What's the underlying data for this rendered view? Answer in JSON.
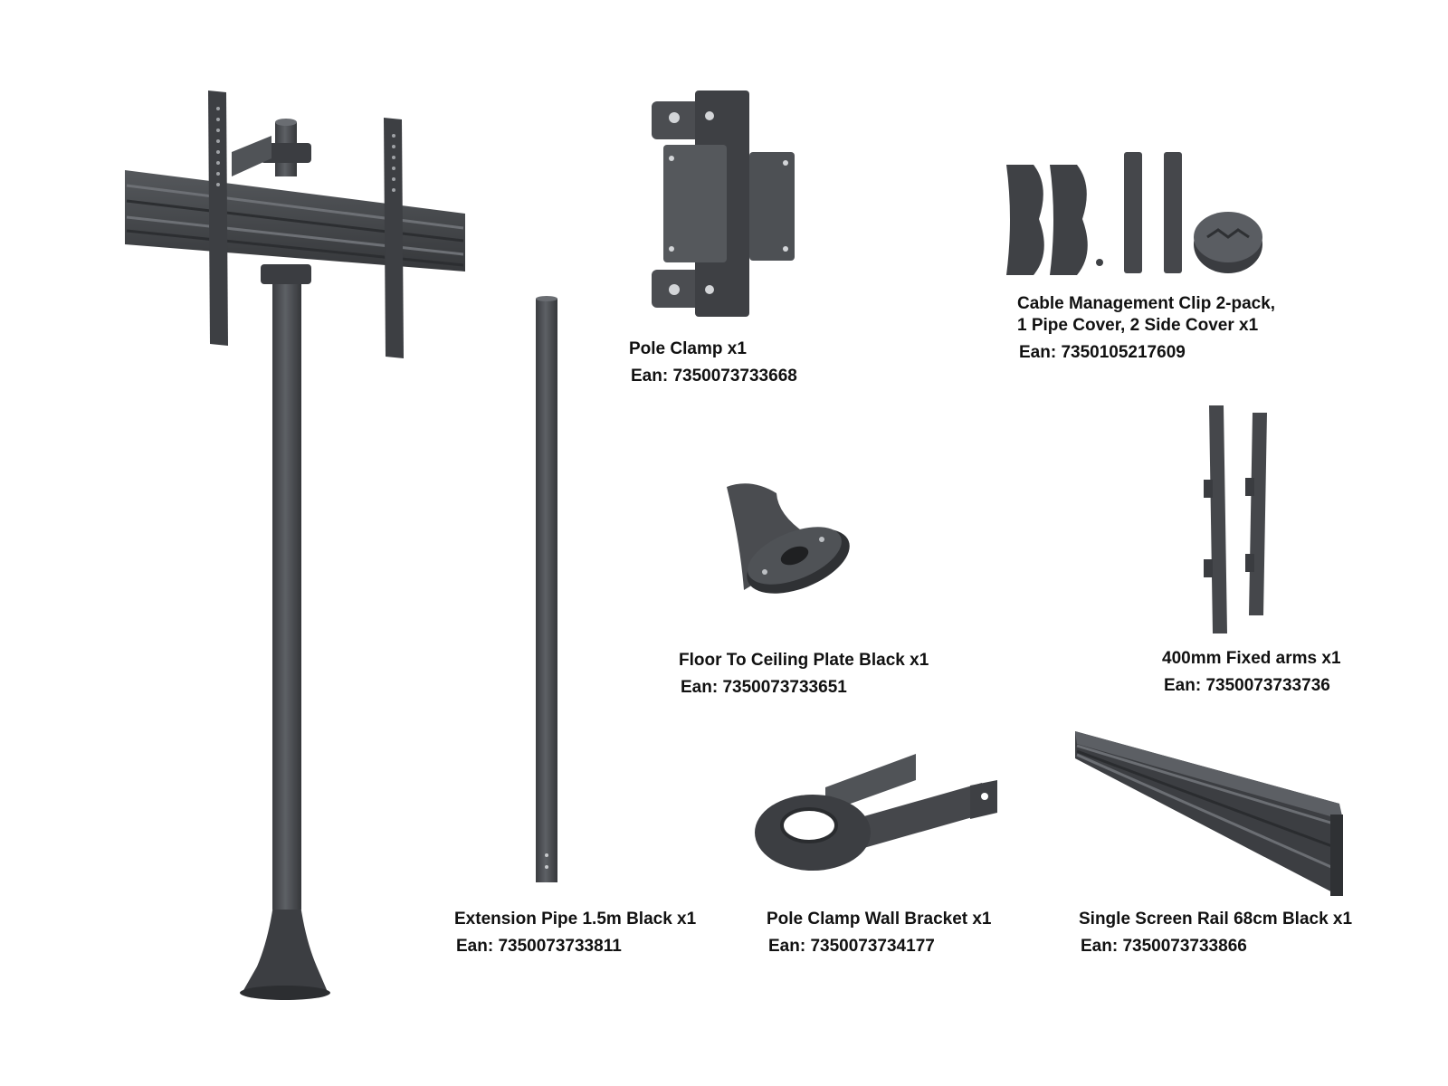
{
  "products": [
    {
      "id": "pole-clamp",
      "title": "Pole Clamp x1",
      "ean": "Ean: 7350073733668"
    },
    {
      "id": "cable-management",
      "title": "Cable Management Clip 2-pack,",
      "title_line2": "1 Pipe Cover, 2 Side Cover x1",
      "ean": "Ean: 7350105217609"
    },
    {
      "id": "floor-ceiling-plate",
      "title": "Floor To Ceiling Plate Black x1",
      "ean": "Ean: 7350073733651"
    },
    {
      "id": "fixed-arms",
      "title": "400mm Fixed arms x1",
      "ean": "Ean: 7350073733736"
    },
    {
      "id": "extension-pipe",
      "title": "Extension Pipe 1.5m Black x1",
      "ean": "Ean:  7350073733811"
    },
    {
      "id": "wall-bracket",
      "title": "Pole Clamp Wall Bracket x1",
      "ean": "Ean:  7350073734177"
    },
    {
      "id": "screen-rail",
      "title": "Single Screen Rail 68cm Black x1",
      "ean": "Ean:  7350073733866"
    }
  ],
  "colors": {
    "metal": "#4a4c50",
    "metal_dark": "#2f3134",
    "metal_light": "#6b6e73",
    "text": "#111111"
  }
}
